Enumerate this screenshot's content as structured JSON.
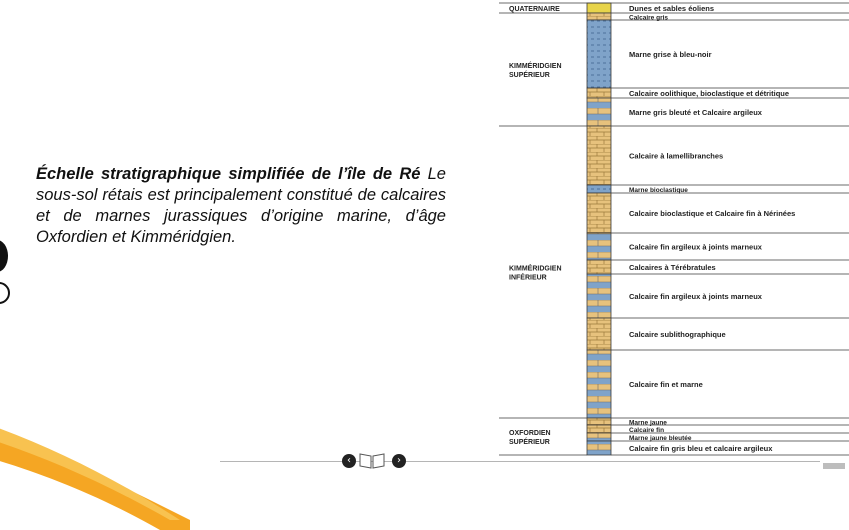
{
  "caption": {
    "title": "Échelle stratigraphique simplifiée de l’île de Ré",
    "body": "Le sous-sol rétais est principalement constitué de calcaires et de marnes jurassiques d’origine marine, d’âge Oxfordien et Kimméridgien."
  },
  "column": {
    "colors": {
      "limestone": "#e7c27d",
      "marl": "#7fa3c9",
      "dune": "#e8d44a",
      "line": "#3a3a3a"
    },
    "stages": [
      {
        "label": "QUATERNAIRE"
      },
      {
        "label": "KIMMÉRIDGIEN\nSUPÉRIEUR"
      },
      {
        "label": "KIMMÉRIDGIEN\nINFÉRIEUR"
      },
      {
        "label": "OXFORDIEN\nSUPÉRIEUR"
      }
    ],
    "layers": [
      {
        "name": "Dunes et sables éoliens",
        "kind": "dune"
      },
      {
        "name": "Calcaire gris",
        "kind": "limestone"
      },
      {
        "name": "Marne grise à bleu-noir",
        "kind": "marl"
      },
      {
        "name": "Calcaire oolithique, bioclastique et détritique",
        "kind": "limestone"
      },
      {
        "name": "Marne gris bleuté et Calcaire argileux",
        "kind": "mixed"
      },
      {
        "name": "Calcaire à lamellibranches",
        "kind": "limestone"
      },
      {
        "name": "Marne bioclastique",
        "kind": "marl"
      },
      {
        "name": "Calcaire bioclastique et Calcaire fin à Nérinées",
        "kind": "limestone"
      },
      {
        "name": "Calcaire fin argileux à joints marneux",
        "kind": "mixed"
      },
      {
        "name": "Calcaires à Térébratules",
        "kind": "limestone"
      },
      {
        "name": "Calcaire fin argileux à joints marneux",
        "kind": "mixed"
      },
      {
        "name": "Calcaire sublithographique",
        "kind": "limestone"
      },
      {
        "name": "Calcaire fin et marne",
        "kind": "mixed"
      },
      {
        "name": "Marne jaune",
        "kind": "limestone"
      },
      {
        "name": "Calcaire fin",
        "kind": "limestone"
      },
      {
        "name": "Marne jaune bleutée",
        "kind": "mixed"
      },
      {
        "name": "Calcaire fin gris bleu et calcaire argileux",
        "kind": "mixed"
      }
    ]
  },
  "nav": {
    "prev_icon": "chevron-left-icon",
    "next_icon": "chevron-right-icon",
    "book_icon": "book-icon",
    "prev_glyph": "‹",
    "next_glyph": "›"
  }
}
